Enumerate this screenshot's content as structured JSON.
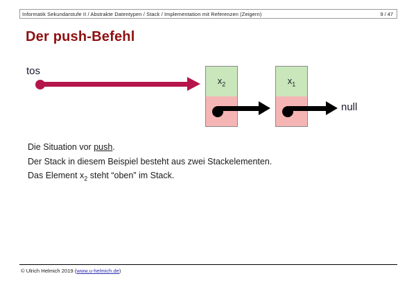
{
  "header": {
    "breadcrumb": "Informatik Sekundarstufe II / Abstrakte Datentypen / Stack / Implementation mit Referenzen (Zeigern)",
    "page_indicator": "9 / 47"
  },
  "title": "Der push-Befehl",
  "diagram": {
    "pointer_label": "tos",
    "pointer_color": "#b5154b",
    "node_value_color": "#c9e7bb",
    "node_pointer_color": "#f6b5b5",
    "nodes": [
      {
        "value": "x",
        "subscript": "2"
      },
      {
        "value": "x",
        "subscript": "1"
      }
    ],
    "terminator_label": "null"
  },
  "body": {
    "line1_pre": "Die Situation vor ",
    "line1_underlined": "push",
    "line1_post": ".",
    "line2": "Der Stack in diesem Beispiel besteht aus zwei Stackelementen.",
    "line3_pre": "Das Element x",
    "line3_sub": "2",
    "line3_post": " steht “oben” im Stack."
  },
  "footer": {
    "copyright": "© Ulrich Helmich 2019 (",
    "link": "www.u-helmich.de",
    "close_paren": ")"
  }
}
